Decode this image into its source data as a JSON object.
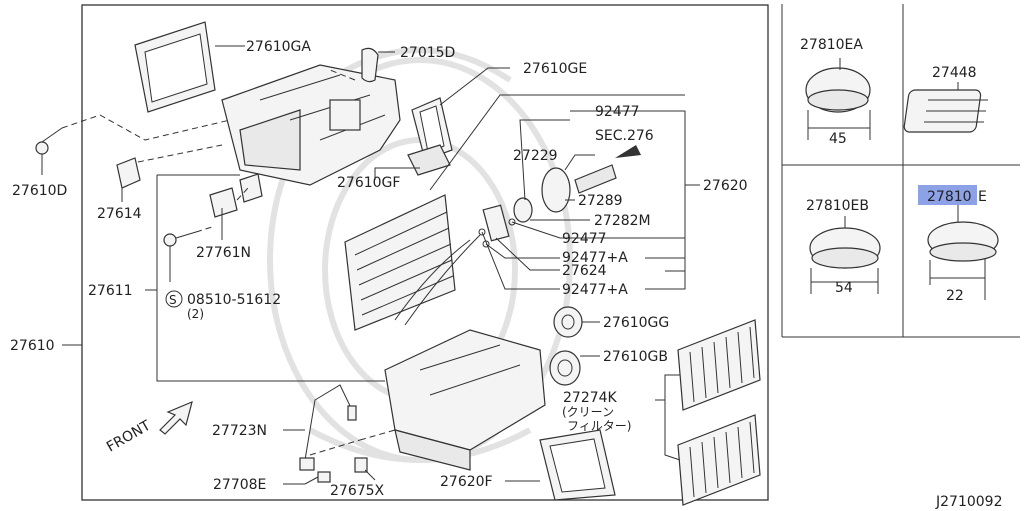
{
  "labels": {
    "p27610GA": "27610GA",
    "p27015D": "27015D",
    "p27610GE": "27610GE",
    "p92477a": "92477",
    "sec276": "SEC.276",
    "p27229": "27229",
    "p27289": "27289",
    "p27282M": "27282M",
    "p92477b": "92477",
    "p92477A1": "92477+A",
    "p27624": "27624",
    "p92477A2": "92477+A",
    "p27620": "27620",
    "p27610D": "27610D",
    "p27614": "27614",
    "p27610GF": "27610GF",
    "p27761N": "27761N",
    "p27611": "27611",
    "p27610": "27610",
    "bolt_symbol": "S",
    "bolt_code": "08510-51612",
    "bolt_qty": "(2)",
    "p27610GG": "27610GG",
    "p27610GB": "27610GB",
    "p27274K": "27274K",
    "clean_filter_1": "(クリーン",
    "clean_filter_2": "フィルター)",
    "front": "FRONT",
    "p27723N": "27723N",
    "p27708E": "27708E",
    "p27675X": "27675X",
    "p27620F": "27620F",
    "diagram_code": "J2710092"
  },
  "side_panels": {
    "p27810EA": "27810EA",
    "dim_45": "45",
    "p27448": "27448",
    "p27810EB": "27810EB",
    "dim_54": "54",
    "p27810E_highlight": "27810",
    "p27810E_suffix": "E",
    "dim_22": "22"
  },
  "colors": {
    "highlight": "#8da2e6"
  }
}
